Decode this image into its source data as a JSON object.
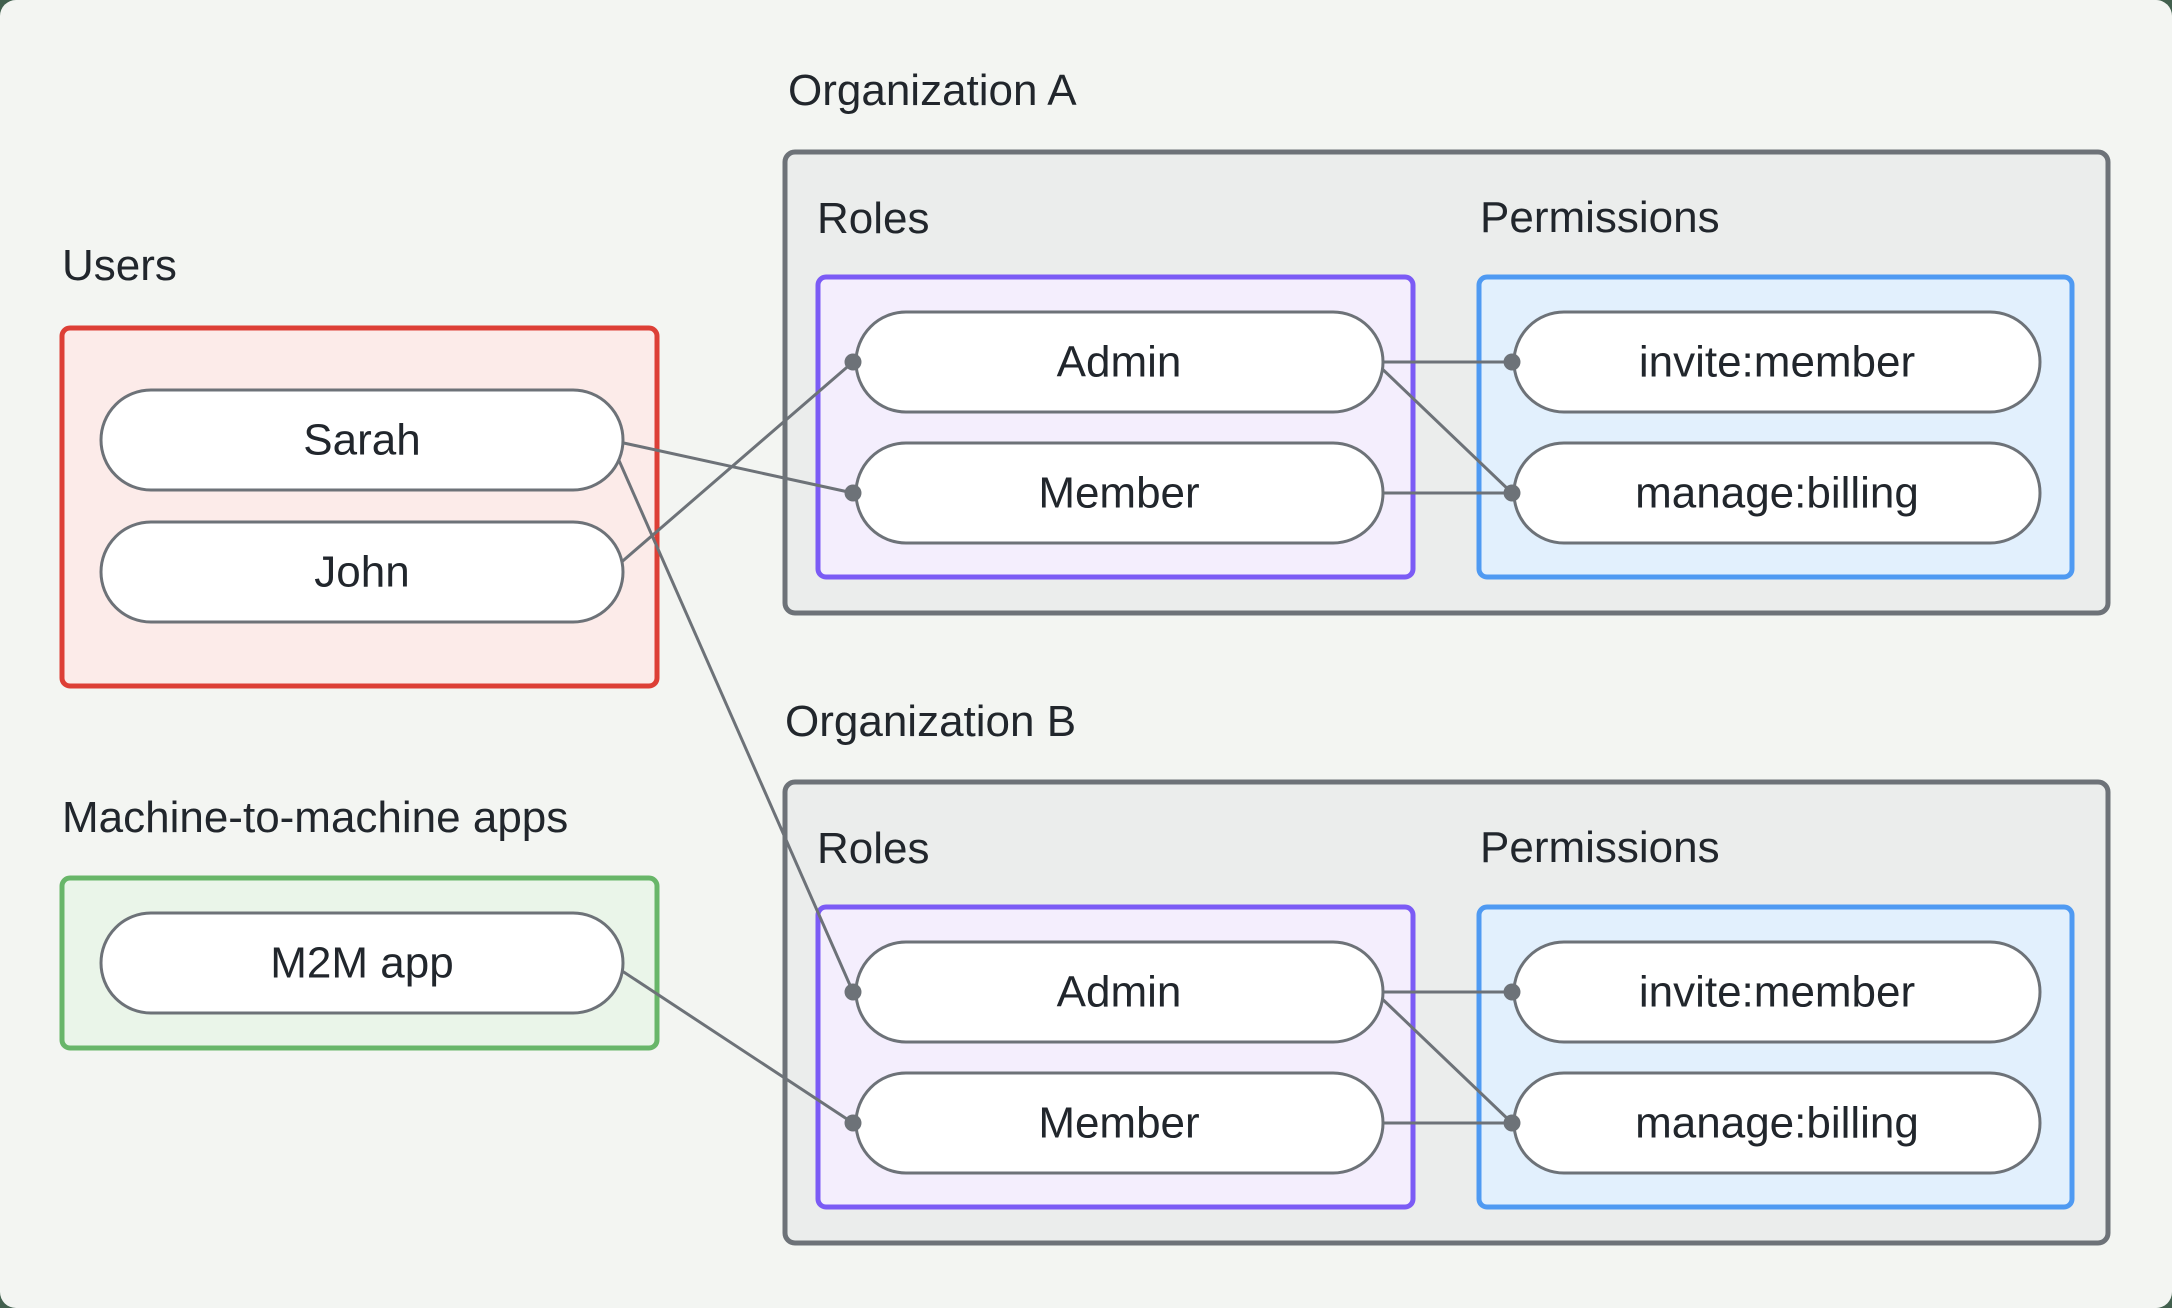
{
  "colors": {
    "page_background": "#f3f5f2",
    "outer_corner_background": "#42604e",
    "group_box_fill": "#ebedec",
    "group_box_stroke": "#6d7278",
    "users_box_fill": "#fcebe9",
    "users_box_stroke": "#dd3f36",
    "m2m_box_fill": "#eaf5e9",
    "m2m_box_stroke": "#68b669",
    "roles_box_fill": "#f4eefd",
    "roles_box_stroke": "#7b5bf5",
    "permissions_box_fill": "#e2f0fd",
    "permissions_box_stroke": "#4f9af2",
    "node_fill": "#ffffff",
    "node_stroke": "#6d7278",
    "edge_color": "#6d7278",
    "text_color": "#21262c"
  },
  "users_section": {
    "label": "Users",
    "items": [
      "Sarah",
      "John"
    ]
  },
  "m2m_section": {
    "label": "Machine-to-machine apps",
    "items": [
      "M2M app"
    ]
  },
  "org_a": {
    "label": "Organization A",
    "roles_label": "Roles",
    "permissions_label": "Permissions",
    "roles": [
      "Admin",
      "Member"
    ],
    "permissions": [
      "invite:member",
      "manage:billing"
    ]
  },
  "org_b": {
    "label": "Organization B",
    "roles_label": "Roles",
    "permissions_label": "Permissions",
    "roles": [
      "Admin",
      "Member"
    ],
    "permissions": [
      "invite:member",
      "manage:billing"
    ]
  },
  "connections": [
    {
      "from": "Sarah",
      "to": "Organization A / Member"
    },
    {
      "from": "John",
      "to": "Organization A / Admin"
    },
    {
      "from": "Sarah",
      "to": "Organization B / Admin"
    },
    {
      "from": "M2M app",
      "to": "Organization B / Member"
    },
    {
      "from": "Organization A / Admin",
      "to": "Organization A / invite:member"
    },
    {
      "from": "Organization A / Admin",
      "to": "Organization A / manage:billing"
    },
    {
      "from": "Organization A / Member",
      "to": "Organization A / manage:billing"
    },
    {
      "from": "Organization B / Admin",
      "to": "Organization B / invite:member"
    },
    {
      "from": "Organization B / Admin",
      "to": "Organization B / manage:billing"
    },
    {
      "from": "Organization B / Member",
      "to": "Organization B / manage:billing"
    }
  ]
}
